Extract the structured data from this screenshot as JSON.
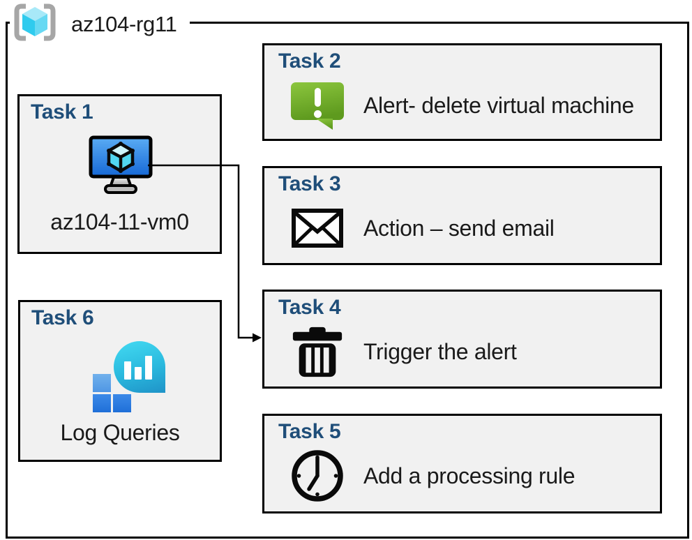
{
  "header": {
    "title": "az104-rg11",
    "icon": "resource-group"
  },
  "tasks": {
    "task1": {
      "label": "Task 1",
      "caption": "az104-11-vm0",
      "icon": "virtual-machine"
    },
    "task2": {
      "label": "Task 2",
      "text": "Alert- delete virtual machine",
      "icon": "alert-message"
    },
    "task3": {
      "label": "Task 3",
      "text": "Action – send email",
      "icon": "email-envelope"
    },
    "task4": {
      "label": "Task 4",
      "text": "Trigger the alert",
      "icon": "trash-can"
    },
    "task5": {
      "label": "Task 5",
      "text": "Add a processing rule",
      "icon": "clock"
    },
    "task6": {
      "label": "Task 6",
      "caption": "Log Queries",
      "icon": "log-analytics"
    }
  },
  "connector": {
    "from": "task1",
    "to": "task4"
  },
  "colors": {
    "heading_blue": "#1F4E79",
    "box_fill": "#F1F1F1",
    "border_black": "#000000",
    "alert_green_top": "#8CC63E",
    "alert_green_bottom": "#5E9A1E",
    "vm_screen_top": "#5AACF4",
    "vm_screen_bottom": "#1668D6",
    "cube_cyan": "#4FD4F2",
    "log_teal": "#2AB9DE",
    "azure_square_blue": "#2E80E4",
    "bracket_gray": "#A6A6A6"
  }
}
